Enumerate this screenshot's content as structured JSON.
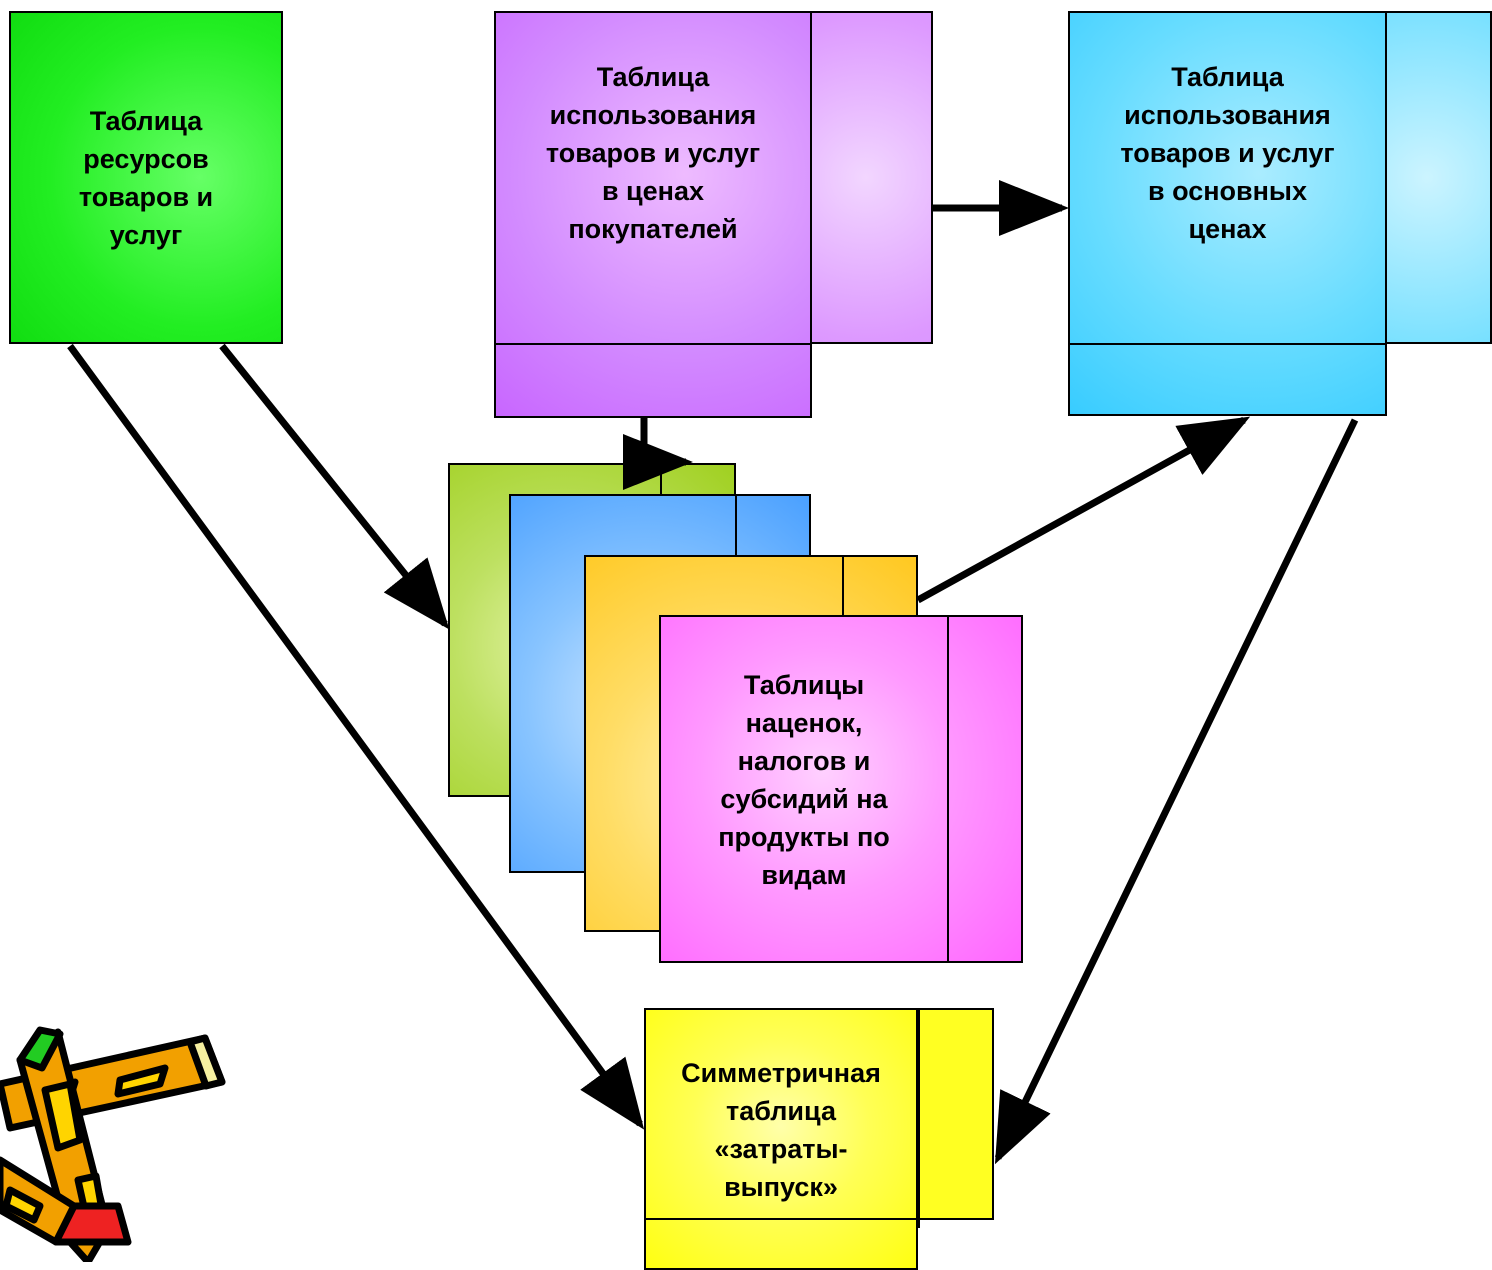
{
  "nodes": {
    "resources": {
      "text": "Таблица\nресурсов\nтоваров и\nуслуг",
      "color": "#22ee22"
    },
    "use_purchaser": {
      "text": "Таблица\nиспользования\nтоваров и услуг\nв ценах\nпокупателей",
      "color": "#cc77ff"
    },
    "use_basic": {
      "text": "Таблица\nиспользования\nтоваров и услуг\nв основных\nценах",
      "color": "#44d4ff"
    },
    "margins": {
      "text": "Таблицы\nнаценок,\nналогов и\nсубсидий на\nпродукты по\nвидам",
      "color": "#ff77ff"
    },
    "symmetric": {
      "text": "Симметричная\nтаблица\n«затраты-\nвыпуск»",
      "color": "#ffff22"
    }
  },
  "colors": {
    "green_sheet": "#a8d830",
    "blue_sheet": "#55aaff",
    "orange_sheet": "#ffd030"
  }
}
